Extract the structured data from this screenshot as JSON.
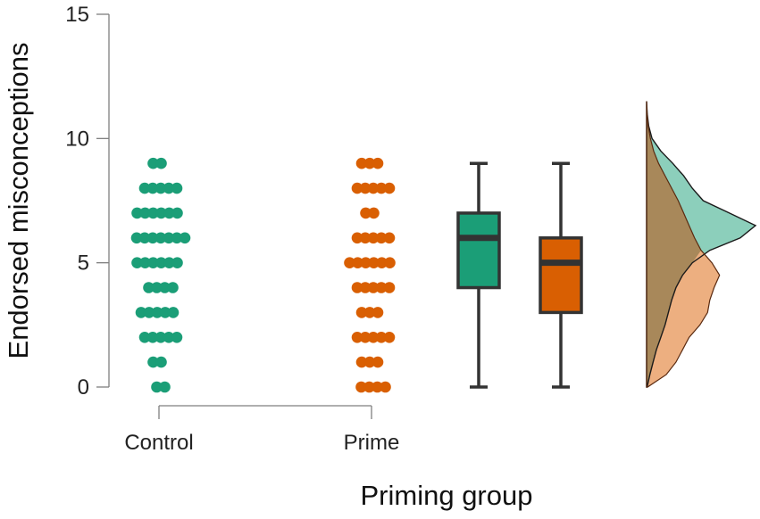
{
  "chart_data": {
    "type": "raincloud",
    "xlabel": "Priming group",
    "ylabel": "Endorsed misconceptions",
    "ylim": [
      0,
      15
    ],
    "yticks": [
      0,
      5,
      10,
      15
    ],
    "grid": false,
    "categories": [
      "Control",
      "Prime"
    ],
    "colors": {
      "Control": "#1b9e77",
      "Prime": "#d95f02"
    },
    "light_colors": {
      "Control": "#8ccfbb",
      "Prime": "#edaf80"
    },
    "overlap_color": "#a8885a",
    "points": {
      "Control": [
        {
          "y": 9,
          "n": 2
        },
        {
          "y": 8,
          "n": 5
        },
        {
          "y": 7,
          "n": 6
        },
        {
          "y": 6,
          "n": 7
        },
        {
          "y": 5,
          "n": 6
        },
        {
          "y": 4,
          "n": 4
        },
        {
          "y": 3,
          "n": 5
        },
        {
          "y": 2,
          "n": 5
        },
        {
          "y": 1,
          "n": 2
        },
        {
          "y": 0,
          "n": 2
        }
      ],
      "Prime": [
        {
          "y": 9,
          "n": 3
        },
        {
          "y": 8,
          "n": 5
        },
        {
          "y": 7,
          "n": 2
        },
        {
          "y": 6,
          "n": 5
        },
        {
          "y": 5,
          "n": 6
        },
        {
          "y": 4,
          "n": 5
        },
        {
          "y": 3,
          "n": 3
        },
        {
          "y": 2,
          "n": 5
        },
        {
          "y": 1,
          "n": 3
        },
        {
          "y": 0,
          "n": 4
        }
      ]
    },
    "boxplots": [
      {
        "group": "Control",
        "min": 0,
        "q1": 4,
        "median": 6,
        "q3": 7,
        "max": 9
      },
      {
        "group": "Prime",
        "min": 0,
        "q1": 3,
        "median": 5,
        "q3": 6,
        "max": 9
      }
    ],
    "density": {
      "y": [
        0,
        0.5,
        1,
        1.5,
        2,
        2.5,
        3,
        3.5,
        4,
        4.5,
        5,
        5.5,
        6,
        6.5,
        7,
        7.5,
        8,
        8.5,
        9,
        9.5,
        10,
        10.5,
        11,
        11.5
      ],
      "Control": [
        0.005,
        0.03,
        0.06,
        0.09,
        0.13,
        0.17,
        0.2,
        0.23,
        0.27,
        0.33,
        0.42,
        0.58,
        0.86,
        1.0,
        0.76,
        0.52,
        0.42,
        0.34,
        0.24,
        0.13,
        0.05,
        0.02,
        0.006,
        0.0
      ],
      "Prime": [
        0.01,
        0.18,
        0.27,
        0.33,
        0.39,
        0.49,
        0.56,
        0.58,
        0.62,
        0.67,
        0.6,
        0.5,
        0.44,
        0.39,
        0.34,
        0.29,
        0.23,
        0.17,
        0.11,
        0.065,
        0.035,
        0.015,
        0.005,
        0.0
      ]
    }
  }
}
